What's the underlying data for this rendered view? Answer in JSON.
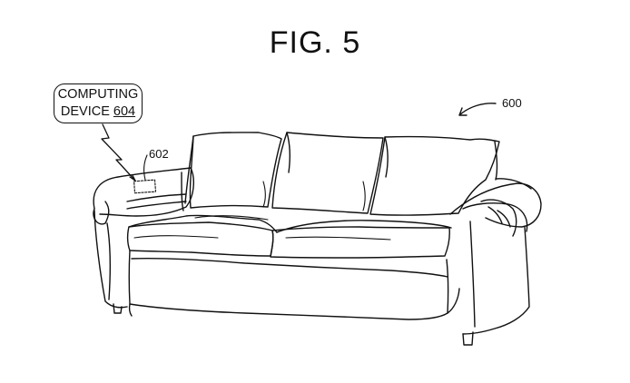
{
  "figure": {
    "title": "FIG. 5"
  },
  "callout": {
    "line1": "COMPUTING",
    "line2_prefix": "DEVICE ",
    "line2_ref": "604"
  },
  "labels": {
    "sensor_ref": "602",
    "sofa_ref": "600"
  },
  "colors": {
    "ink": "#111111",
    "background": "#ffffff"
  },
  "icons": {
    "wireless_link": "lightning-zigzag-icon",
    "reference_arrow": "arrow-icon"
  }
}
